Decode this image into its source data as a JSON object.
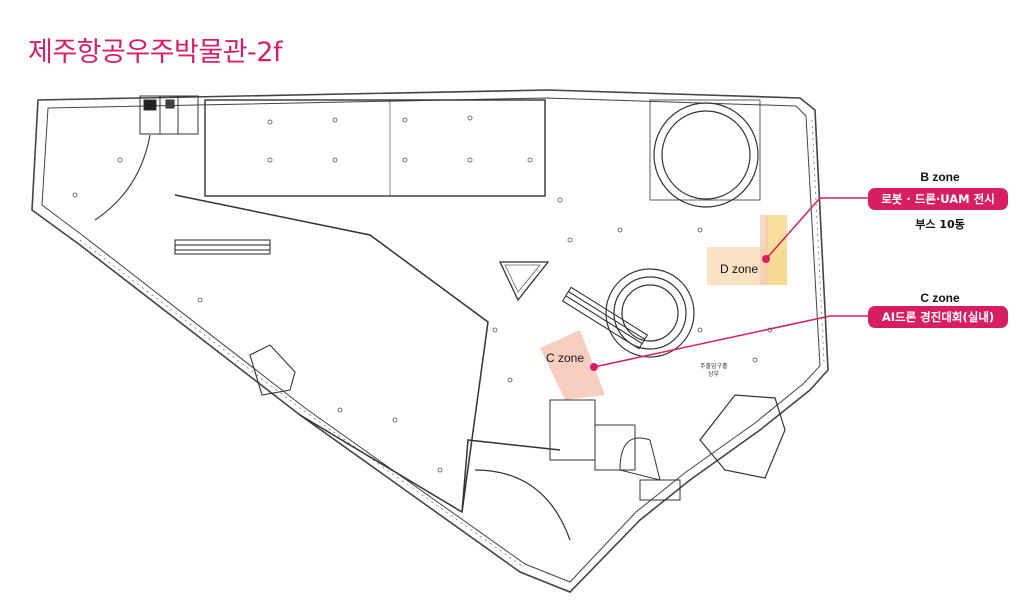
{
  "title": "제주항공우주박물관-2f",
  "colors": {
    "accent": "#d81e62",
    "title": "#d61f6b",
    "zone_c": "#f6c9b9",
    "zone_d_main": "#fbe2c4",
    "zone_d_strip": "#f7d98a"
  },
  "zones": {
    "c": {
      "label": "C zone"
    },
    "d": {
      "label": "D zone"
    }
  },
  "callouts": {
    "b": {
      "title": "B zone",
      "pill": "로봇 · 드론·UAM 전시",
      "sub": "부스 10동"
    },
    "c": {
      "title": "C zone",
      "pill": "AI드론 경진대회(실내)"
    }
  },
  "plan_notes": {
    "exit_label": "주출입구홀",
    "exit_sub": "상부"
  }
}
